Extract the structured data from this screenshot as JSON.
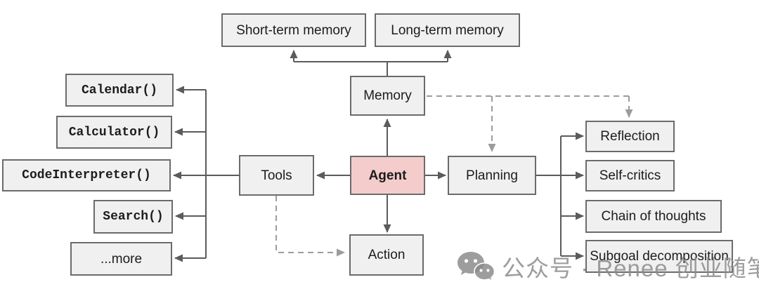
{
  "nodes": {
    "short_term_memory": "Short-term memory",
    "long_term_memory": "Long-term memory",
    "memory": "Memory",
    "agent": "Agent",
    "tools": "Tools",
    "planning": "Planning",
    "action": "Action",
    "calendar": "Calendar()",
    "calculator": "Calculator()",
    "code_interpreter": "CodeInterpreter()",
    "search": "Search()",
    "more": "...more",
    "reflection": "Reflection",
    "self_critics": "Self-critics",
    "chain_of_thoughts": "Chain of thoughts",
    "subgoal_decomposition": "Subgoal decomposition"
  },
  "edges": [
    {
      "from": "memory",
      "to": "short_term_memory",
      "style": "solid"
    },
    {
      "from": "memory",
      "to": "long_term_memory",
      "style": "solid"
    },
    {
      "from": "agent",
      "to": "memory",
      "style": "solid"
    },
    {
      "from": "agent",
      "to": "tools",
      "style": "solid"
    },
    {
      "from": "agent",
      "to": "planning",
      "style": "solid"
    },
    {
      "from": "agent",
      "to": "action",
      "style": "solid"
    },
    {
      "from": "tools",
      "to": "calendar",
      "style": "solid"
    },
    {
      "from": "tools",
      "to": "calculator",
      "style": "solid"
    },
    {
      "from": "tools",
      "to": "code_interpreter",
      "style": "solid"
    },
    {
      "from": "tools",
      "to": "search",
      "style": "solid"
    },
    {
      "from": "tools",
      "to": "more",
      "style": "solid"
    },
    {
      "from": "planning",
      "to": "reflection",
      "style": "solid"
    },
    {
      "from": "planning",
      "to": "self_critics",
      "style": "solid"
    },
    {
      "from": "planning",
      "to": "chain_of_thoughts",
      "style": "solid"
    },
    {
      "from": "planning",
      "to": "subgoal_decomposition",
      "style": "solid"
    },
    {
      "from": "memory",
      "to": "planning",
      "style": "dashed"
    },
    {
      "from": "memory",
      "to": "reflection",
      "style": "dashed"
    },
    {
      "from": "tools",
      "to": "action",
      "style": "dashed"
    }
  ],
  "colors": {
    "node_fill": "#f0f0f0",
    "node_border": "#6b6b6b",
    "agent_fill": "#f4cccc",
    "solid_edge": "#5b5b5b",
    "dashed_edge": "#9c9c9c",
    "text": "#1c1c1c",
    "watermark": "#8c8c8c"
  },
  "watermark": {
    "text": "公众号 · Renee 创业随笔",
    "icon": "wechat-icon"
  }
}
